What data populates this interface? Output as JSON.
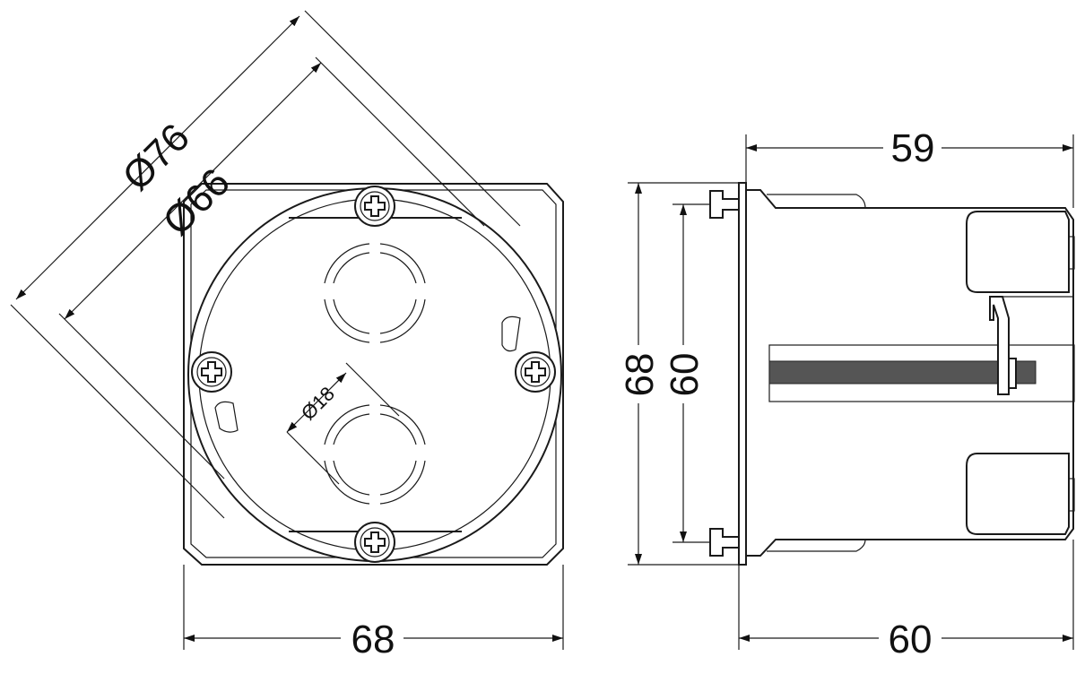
{
  "front_view": {
    "diameter_outer": "Ø76",
    "diameter_inner": "Ø66",
    "knockout_diameter": "Ø18",
    "width": "68"
  },
  "side_view": {
    "depth_top": "59",
    "depth_bottom": "60",
    "height_outer": "68",
    "height_inner": "60"
  },
  "colors": {
    "line": "#1a1a1a",
    "background": "#ffffff"
  }
}
